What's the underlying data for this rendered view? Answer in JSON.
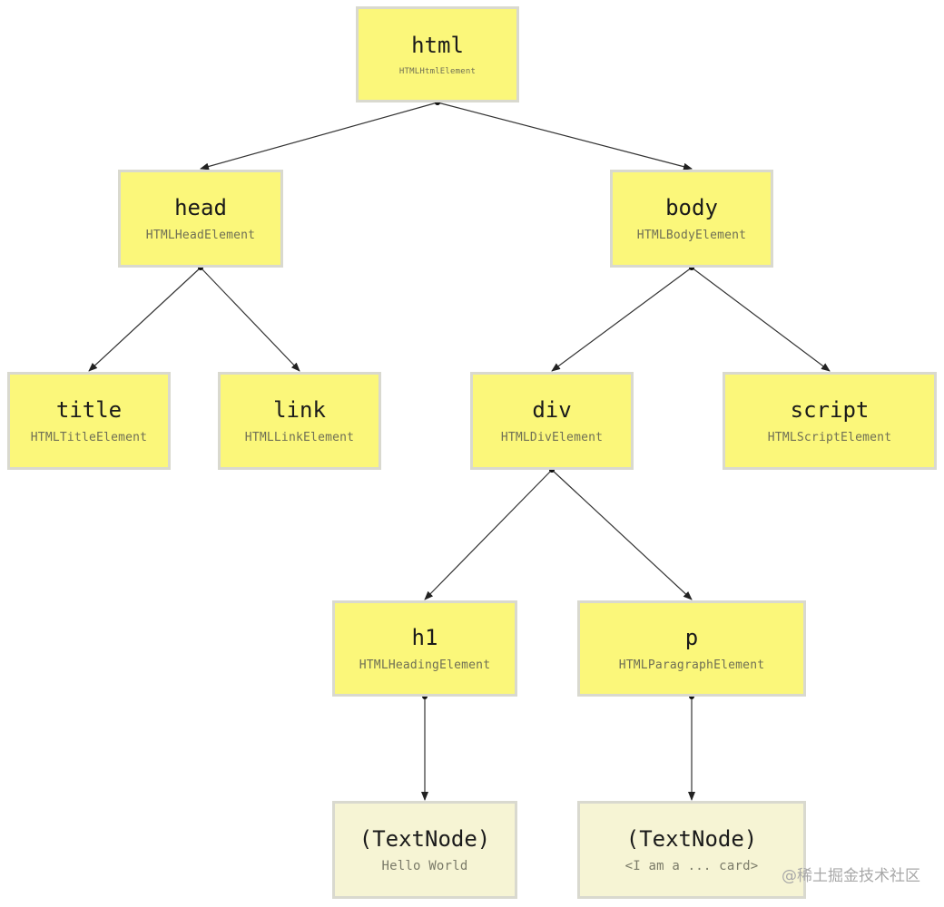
{
  "nodes": {
    "html": {
      "tag": "html",
      "class_name": "HTMLHtmlElement"
    },
    "head": {
      "tag": "head",
      "class_name": "HTMLHeadElement"
    },
    "body": {
      "tag": "body",
      "class_name": "HTMLBodyElement"
    },
    "title": {
      "tag": "title",
      "class_name": "HTMLTitleElement"
    },
    "link": {
      "tag": "link",
      "class_name": "HTMLLinkElement"
    },
    "div": {
      "tag": "div",
      "class_name": "HTMLDivElement"
    },
    "script": {
      "tag": "script",
      "class_name": "HTMLScriptElement"
    },
    "h1": {
      "tag": "h1",
      "class_name": "HTMLHeadingElement"
    },
    "p": {
      "tag": "p",
      "class_name": "HTMLParagraphElement"
    },
    "text1": {
      "tag": "(TextNode)",
      "class_name": "Hello World"
    },
    "text2": {
      "tag": "(TextNode)",
      "class_name": "<I am a ... card>"
    }
  },
  "edges": [
    [
      "html",
      "head"
    ],
    [
      "html",
      "body"
    ],
    [
      "head",
      "title"
    ],
    [
      "head",
      "link"
    ],
    [
      "body",
      "div"
    ],
    [
      "body",
      "script"
    ],
    [
      "div",
      "h1"
    ],
    [
      "div",
      "p"
    ],
    [
      "h1",
      "text1"
    ],
    [
      "p",
      "text2"
    ]
  ],
  "colors": {
    "element_fill": "#fbf77a",
    "text_node_fill": "#f6f4d4",
    "border": "#d9d9cf",
    "edge": "#333333"
  },
  "watermark": "@稀土掘金技术社区"
}
